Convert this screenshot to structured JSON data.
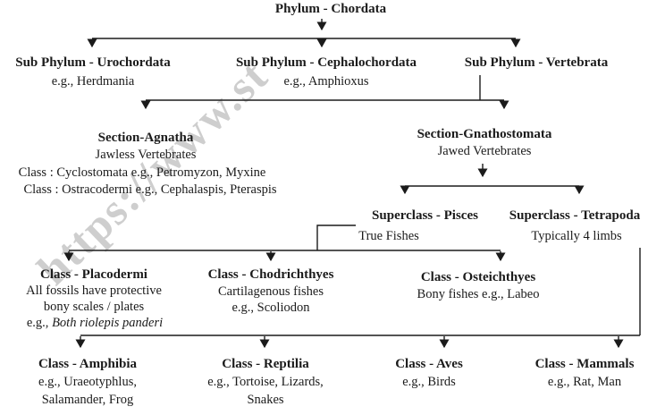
{
  "watermark": {
    "text": "https://www.st",
    "color": "#c3c3c3"
  },
  "diagram": {
    "root": {
      "label": "Phylum - Chordata"
    },
    "subphyla": [
      {
        "label": "Sub Phylum - Urochordata",
        "example": "e.g., Herdmania"
      },
      {
        "label": "Sub Phylum - Cephalochordata",
        "example": "e.g., Amphioxus"
      },
      {
        "label": "Sub Phylum - Vertebrata"
      }
    ],
    "sections": {
      "agnatha": {
        "label": "Section-Agnatha",
        "subtitle": "Jawless Vertebrates",
        "class_lines": [
          "Class : Cyclostomata e.g., Petromyzon, Myxine",
          "Class : Ostracodermi e.g., Cephalaspis, Pteraspis"
        ]
      },
      "gnathostomata": {
        "label": "Section-Gnathostomata",
        "subtitle": "Jawed Vertebrates"
      }
    },
    "superclasses": {
      "pisces": {
        "label": "Superclass - Pisces",
        "subtitle": "True Fishes"
      },
      "tetrapoda": {
        "label": "Superclass - Tetrapoda",
        "subtitle": "Typically 4 limbs"
      }
    },
    "pisces_classes": {
      "placodermi": {
        "label": "Class - Placodermi",
        "line1": "All fossils have protective",
        "line2": "bony scales / plates",
        "example_prefix": "e.g., ",
        "example_italic": "Both riolepis panderi"
      },
      "chodrichthyes": {
        "label": "Class - Chodrichthyes",
        "line1": "Cartilagenous fishes",
        "line2": "e.g., Scoliodon"
      },
      "osteichthyes": {
        "label": "Class - Osteichthyes",
        "line1": "Bony fishes e.g., Labeo"
      }
    },
    "tetrapoda_classes": {
      "amphibia": {
        "label": "Class - Amphibia",
        "line1": "e.g., Uraeotyphlus,",
        "line2": "Salamander, Frog"
      },
      "reptilia": {
        "label": "Class - Reptilia",
        "line1": "e.g., Tortoise, Lizards,",
        "line2": "Snakes"
      },
      "aves": {
        "label": "Class - Aves",
        "line1": "e.g., Birds"
      },
      "mammals": {
        "label": "Class - Mammals",
        "line1": "e.g., Rat, Man"
      }
    }
  }
}
